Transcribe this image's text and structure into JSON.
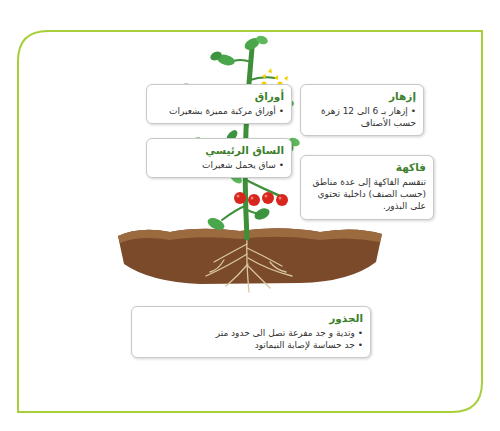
{
  "diagram": {
    "nodes": [
      {
        "text": [
          "أوراق",
          "• أوراق مركبة مميزة بشعيرات"
        ]
      },
      {
        "text": [
          "إزهار",
          "• إزهار بـ 6 الى 12 زهرة حسب الأصناف"
        ]
      },
      {
        "text": [
          "الساق الرئيسي",
          "• ساق يحمل شعيرات"
        ]
      },
      {
        "text": [
          "فاكهة",
          "تنقسم الفاكهة إلى عدة مناطق (حسب الصنف) داخلية تحتوي على البذور."
        ]
      },
      {
        "text": [
          "الجذور",
          "• وتدية و جد مفرعة تصل الى حدود متر",
          "• جد حساسة لإصابة النيماتود"
        ]
      }
    ]
  }
}
